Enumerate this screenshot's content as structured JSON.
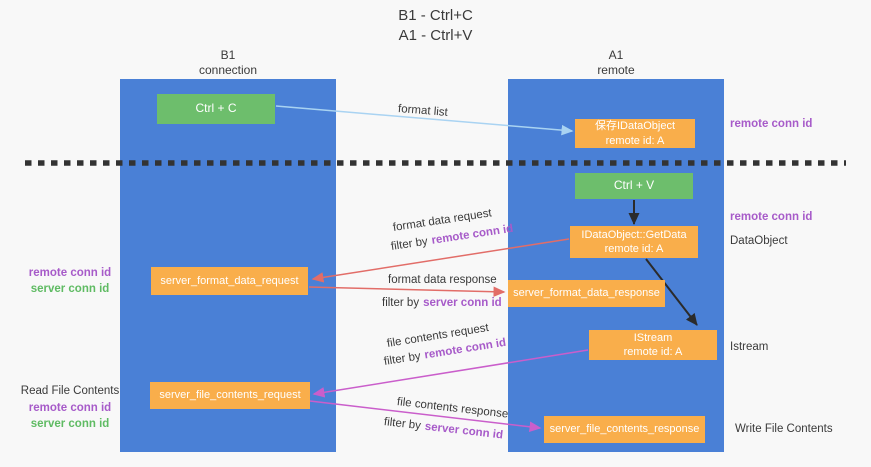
{
  "title": {
    "line1": "B1 - Ctrl+C",
    "line2": "A1 - Ctrl+V"
  },
  "lanes": {
    "left": {
      "name": "B1",
      "subtitle": "connection"
    },
    "right": {
      "name": "A1",
      "subtitle": "remote"
    }
  },
  "nodes": {
    "ctrl_c": {
      "label": "Ctrl + C"
    },
    "ctrl_v": {
      "label": "Ctrl + V"
    },
    "save_dataobject": {
      "line1": "保存IDataObject",
      "line2": "remote id: A"
    },
    "getdata": {
      "line1": "IDataObject::GetData",
      "line2": "remote id: A"
    },
    "istream": {
      "line1": "IStream",
      "line2": "remote id: A"
    },
    "format_request": {
      "label": "server_format_data_request"
    },
    "format_response": {
      "label": "server_format_data_response"
    },
    "file_request": {
      "label": "server_file_contents_request"
    },
    "file_response": {
      "label": "server_file_contents_response"
    }
  },
  "edges": {
    "format_list": {
      "label": "format list"
    },
    "format_data_request": {
      "label": "format data request",
      "filter_prefix": "filter by",
      "filter_key": "remote conn id"
    },
    "format_data_response": {
      "label": "format data response",
      "filter_prefix": "filter by",
      "filter_key": "server conn id"
    },
    "file_contents_request": {
      "label": "file contents request",
      "filter_prefix": "filter by",
      "filter_key": "remote conn id"
    },
    "file_contents_response": {
      "label": "file contents response",
      "filter_prefix": "filter by",
      "filter_key": "server conn id"
    }
  },
  "annotations": {
    "remote_conn_id_top": "remote conn id",
    "remote_conn_id_mid": "remote conn id",
    "dataobject": "DataObject",
    "istream": "Istream",
    "write_file_contents": "Write File Contents",
    "read_file_contents": "Read File Contents",
    "left_pair_1": {
      "remote": "remote conn id",
      "server": "server conn id"
    },
    "left_pair_2": {
      "remote": "remote conn id",
      "server": "server conn id"
    }
  },
  "colors": {
    "lane_blue": "#4a80d6",
    "node_orange": "#f9ae4b",
    "node_green": "#6dbe6c",
    "arrow_light_blue": "#a9d3f2",
    "arrow_red": "#e26d68",
    "arrow_magenta": "#ca5ecb",
    "arrow_black": "#2b2b2b",
    "label_purple": "#a75bc9",
    "label_green": "#5fbb63",
    "text_dark": "#3a3a3a",
    "background": "#f8f8f8"
  }
}
